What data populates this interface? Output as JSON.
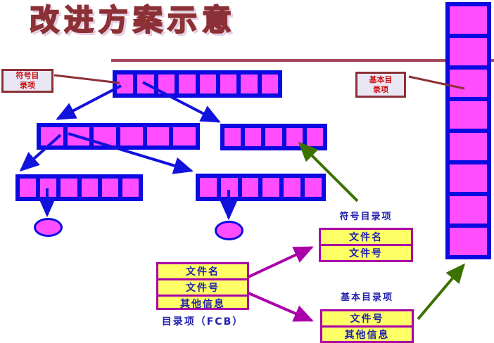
{
  "title": "改进方案示意",
  "tags": {
    "symbol": {
      "line1": "符号目",
      "line2": "录项"
    },
    "basic": {
      "line1": "基本目",
      "line2": "录项"
    }
  },
  "captions": {
    "symbol_entry": "符号目录项",
    "basic_entry": "基本目录项",
    "fcb": "目录项（FCB）"
  },
  "records": {
    "fcb": {
      "rows": [
        "文件名",
        "文件号",
        "其他信息"
      ]
    },
    "symbol": {
      "rows": [
        "文件名",
        "文件号"
      ]
    },
    "basic": {
      "rows": [
        "文件号",
        "其他信息"
      ]
    }
  },
  "arrays": {
    "top": {
      "cells": 8
    },
    "mid_left": {
      "cells": 6
    },
    "mid_right": {
      "cells": 5
    },
    "low_left": {
      "cells": 6
    },
    "low_right": {
      "cells": 6
    },
    "column": {
      "cells": 8
    }
  },
  "colors": {
    "magenta-fill": "#ff4dff",
    "blue-border": "#0a0ae0",
    "blue-arrow": "#1212dd",
    "green-arrow": "#3b7200",
    "magenta-arrow": "#aa00aa",
    "maroon": "#8c3038",
    "underline": "#a84860",
    "label-bg": "#e9e7f4",
    "label-text": "#cc1111",
    "yellow-fill": "#ffff66",
    "purple-border": "#a800a8",
    "box-text": "#2121ad",
    "title-orange": "#ffaa1e",
    "title-outline": "#8c3038"
  }
}
